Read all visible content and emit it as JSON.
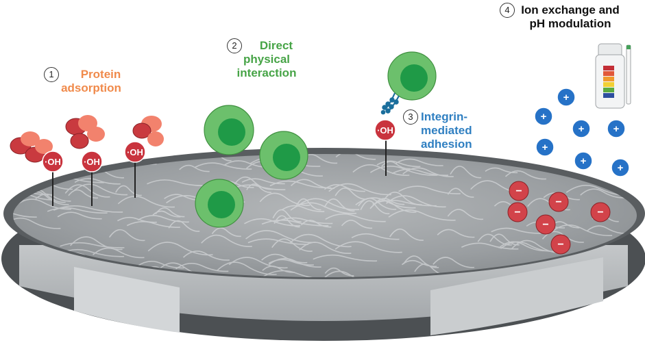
{
  "steps": [
    {
      "number": "1",
      "lines": [
        "Protein",
        "adsorption"
      ],
      "color": "#f08a4b"
    },
    {
      "number": "2",
      "lines": [
        "Direct",
        "physical",
        "interaction"
      ],
      "color": "#47a447"
    },
    {
      "number": "3",
      "lines": [
        "Integrin-",
        "mediated",
        "adhesion"
      ],
      "color": "#2f7fc1"
    },
    {
      "number": "4",
      "lines": [
        "Ion exchange and",
        "pH modulation"
      ],
      "color": "#111111"
    }
  ],
  "hydroxyl_label": "·OH",
  "cation_symbol": "+",
  "anion_symbol": "−",
  "colors": {
    "disk_rim": "#54595c",
    "disk_surface": "#9ea2a5",
    "cell_outer": "#6cc06c",
    "cell_inner": "#1f9a47",
    "hydroxyl": "#c9343e",
    "cation": "#2672c7",
    "anion": "#d2434a",
    "protein_dark": "#c93a3f",
    "protein_light": "#f2826d",
    "integrin": "#1a6e9c"
  }
}
